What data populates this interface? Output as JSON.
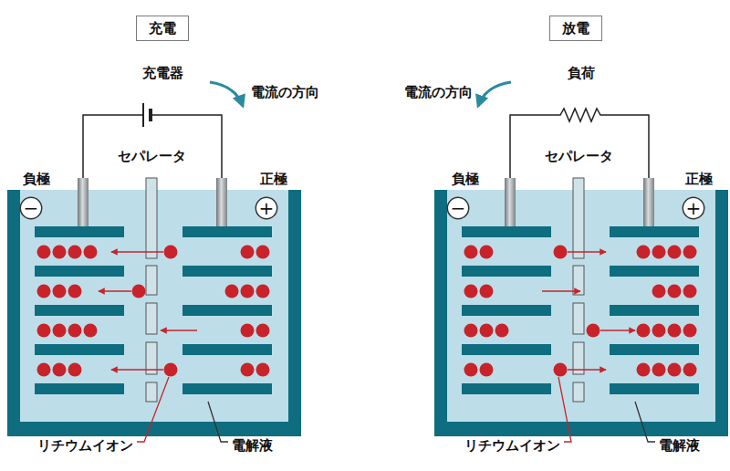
{
  "diagram": {
    "nodes": [
      {
        "text": [
          "充電"
        ]
      },
      {
        "text": [
          "放電"
        ]
      },
      {
        "text": [
          "−"
        ]
      },
      {
        "text": [
          "+"
        ]
      },
      {
        "text": [
          "−"
        ]
      },
      {
        "text": [
          "+"
        ]
      }
    ],
    "labels": [
      "充電器",
      "電流の方向",
      "負極",
      "セパレータ",
      "正極",
      "リチウムイオン",
      "電解液",
      "負荷",
      "電流の方向",
      "負極",
      "セパレータ",
      "正極",
      "リチウムイオン",
      "電解液"
    ]
  }
}
